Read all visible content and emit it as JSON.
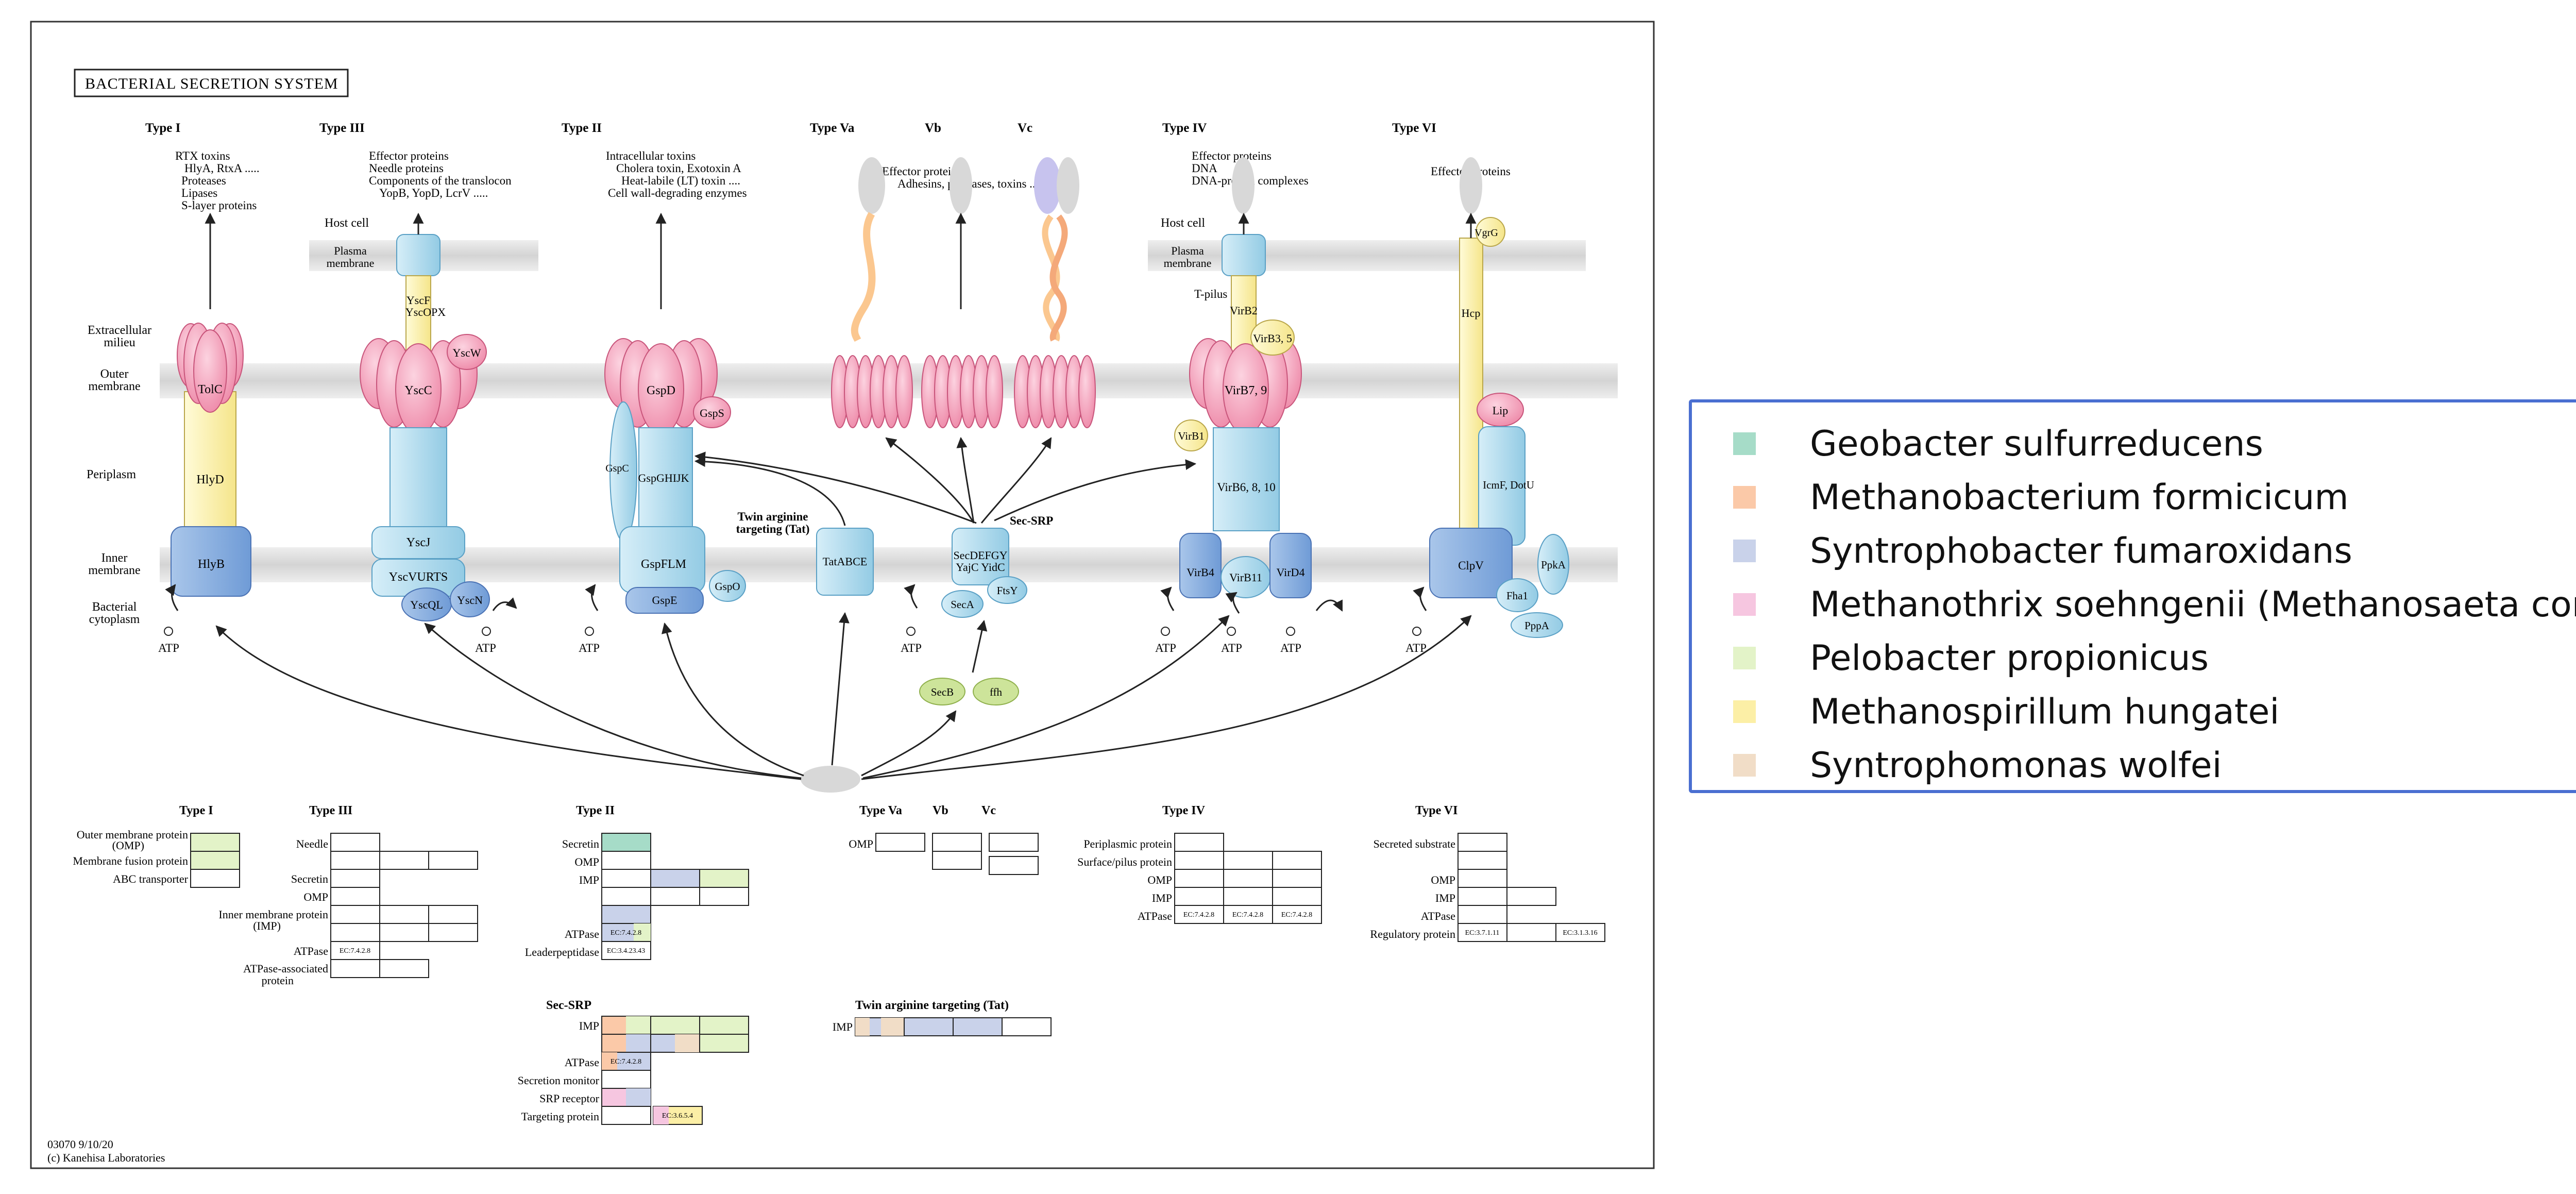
{
  "title": "BACTERIAL SECRETION SYSTEM",
  "footer": {
    "code": "03070 9/10/20",
    "copyright": "(c) Kanehisa Laboratories"
  },
  "types": {
    "t1": "Type I",
    "t3": "Type III",
    "t2": "Type II",
    "t5a": "Type Va",
    "t5b": "Vb",
    "t5c": "Vc",
    "t4": "Type IV",
    "t6": "Type VI"
  },
  "layers": {
    "host_cell": "Host cell",
    "plasma_membrane": [
      "Plasma",
      "membrane"
    ],
    "extracellular": [
      "Extracellular",
      "milieu"
    ],
    "outer_membrane": [
      "Outer",
      "membrane"
    ],
    "periplasm": "Periplasm",
    "inner_membrane": [
      "Inner",
      "membrane"
    ],
    "cytoplasm": [
      "Bacterial",
      "cytoplasm"
    ]
  },
  "substrates": {
    "t1": [
      "RTX toxins",
      "HlyA, RtxA  .....",
      "Proteases",
      "Lipases",
      "S-layer proteins"
    ],
    "t3": [
      "Effector proteins",
      "Needle proteins",
      "Components of the translocon",
      "YopB, YopD, LcrV  ....."
    ],
    "t2": [
      "Intracellular toxins",
      "Cholera toxin, Exotoxin A",
      "Heat-labile (LT) toxin  ....",
      "Cell wall-degrading enzymes"
    ],
    "t5": [
      "Effector proteins",
      "Adhesins, proteases, toxins ....."
    ],
    "t4": [
      "Effector proteins",
      "DNA",
      "DNA-protein complexes"
    ],
    "t6": [
      "Effector proteins"
    ]
  },
  "proteins": {
    "tolc": "TolC",
    "hlyd": "HlyD",
    "hlyb": "HlyB",
    "yscf": "YscF",
    "yscopx": "YscOPX",
    "yscw": "YscW",
    "yscc": "YscC",
    "yscj": "YscJ",
    "yscvurts": "YscVURTS",
    "yscql": "YscQL",
    "yscn": "YscN",
    "gspd": "GspD",
    "gsps": "GspS",
    "gspc": "GspC",
    "gspghijk": "GspGHIJK",
    "gspflm": "GspFLM",
    "gspe": "GspE",
    "gspo": "GspO",
    "tatabce": "TatABCE",
    "secdefgy": "SecDEFGY",
    "yajcyidc": "YajC YidC",
    "ftsy": "FtsY",
    "seca": "SecA",
    "secb": "SecB",
    "ffh": "ffh",
    "tpilus": "T-pilus",
    "virb2": "VirB2",
    "virb35": "VirB3, 5",
    "virb79": "VirB7, 9",
    "virb1": "VirB1",
    "virb6810": "VirB6, 8, 10",
    "virb4": "VirB4",
    "virb11": "VirB11",
    "virb_d4": "VirD4",
    "vgrg": "VgrG",
    "hcp": "Hcp",
    "lip": "Lip",
    "icmf": "IcmF, DotU",
    "clpv": "ClpV",
    "fha1": "Fha1",
    "ppka": "PpkA",
    "pppa": "PppA"
  },
  "pathway_labels": {
    "tat": [
      "Twin arginine",
      "targeting (Tat)"
    ],
    "secsrp": "Sec-SRP",
    "atp": "ATP"
  },
  "tables": {
    "t1_rows": [
      "Outer membrane  protein",
      "(OMP)",
      "Membrane fusion protein",
      "ABC transporter"
    ],
    "t3_rows": [
      "Needle",
      "Secretin",
      "OMP",
      "Inner membrane protein",
      "(IMP)",
      "ATPase",
      "ATPase-associated",
      "protein"
    ],
    "t2_rows": [
      "Secretin",
      "OMP",
      "IMP",
      "ATPase",
      "Leaderpeptidase"
    ],
    "secsrp_title": "Sec-SRP",
    "secsrp_rows": [
      "IMP",
      "ATPase",
      "Secretion monitor",
      "SRP receptor",
      "Targeting protein"
    ],
    "tat_title": "Twin arginine targeting (Tat)",
    "tat_rows": [
      "IMP"
    ],
    "t5_rows": [
      "OMP"
    ],
    "t4_rows": [
      "Periplasmic protein",
      "Surface/pilus protein",
      "OMP",
      "IMP",
      "ATPase"
    ],
    "t6_rows": [
      "Secreted substrate",
      "OMP",
      "IMP",
      "ATPase",
      "Regulatory protein"
    ],
    "ec": {
      "t3_atpase": "EC:7.4.2.8",
      "t2_atpase": "EC:7.4.2.8",
      "t2_leader": "EC:3.4.23.43",
      "secsrp_atpase": "EC:7.4.2.8",
      "secsrp_target": "EC:3.6.5.4",
      "t4_a": "EC:7.4.2.8",
      "t4_b": "EC:7.4.2.8",
      "t4_c": "EC:7.4.2.8",
      "t6_a": "EC:3.7.1.11",
      "t6_b": "EC:3.1.3.16"
    }
  },
  "legend": [
    {
      "label": "Geobacter sulfurreducens",
      "color": "#a6dcc8"
    },
    {
      "label": "Methanobacterium formicicum",
      "color": "#fbc9a8"
    },
    {
      "label": "Syntrophobacter fumaroxidans",
      "color": "#c9d2ea"
    },
    {
      "label": "Methanothrix soehngenii (Methanosaeta concilii)",
      "color": "#f6c6e0"
    },
    {
      "label": "Pelobacter propionicus",
      "color": "#e3f3c8"
    },
    {
      "label": "Methanospirillum hungatei",
      "color": "#fcefa6"
    },
    {
      "label": "Syntrophomonas wolfei",
      "color": "#f1ddc7"
    }
  ],
  "colors": {
    "membrane": "#dcdcdc",
    "pink": "#f6a2bb",
    "blue": "#b4dff0",
    "yellow": "#fcf3b0",
    "green": "#cde49a",
    "border": "#4a6fd1"
  }
}
